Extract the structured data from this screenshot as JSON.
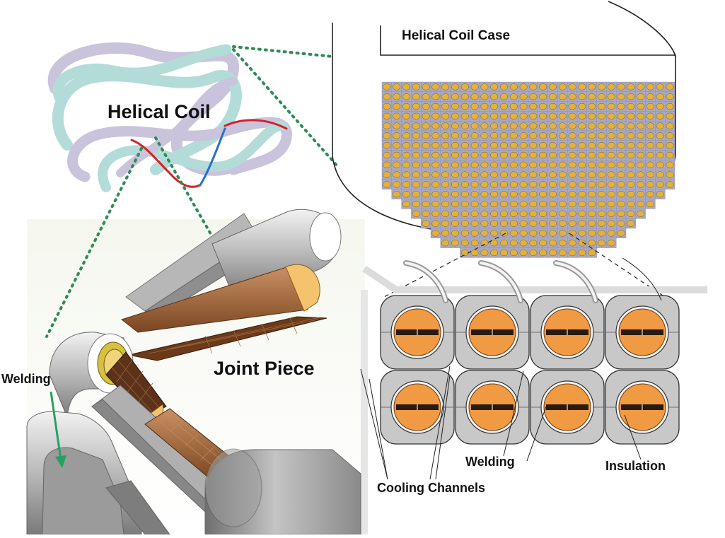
{
  "labels": {
    "coil_case": "Helical Coil Case",
    "helical_coil": "Helical Coil",
    "joint_piece": "Joint Piece",
    "welding_left": "Welding",
    "welding_right": "Welding",
    "insulation": "Insulation",
    "cooling_channels": "Cooling Channels"
  },
  "colors": {
    "coil_teal": "#b3dcd8",
    "coil_lavender": "#c9c3dc",
    "conductor_gold": "#e2b23c",
    "conductor_cell": "#a9a9c4",
    "orange_core": "#f19a44",
    "jacket_gray": "#c8c8c8",
    "copper": "#a4673a",
    "callout_green": "#2e8b57",
    "weld_arrow": "#27a062",
    "trace_red": "#d6202a",
    "trace_blue": "#2a6fd0"
  },
  "conductor_rows": [
    30,
    30,
    30,
    30,
    30,
    30,
    30,
    30,
    30,
    30,
    30,
    28,
    26,
    24,
    22,
    20,
    18,
    14
  ]
}
